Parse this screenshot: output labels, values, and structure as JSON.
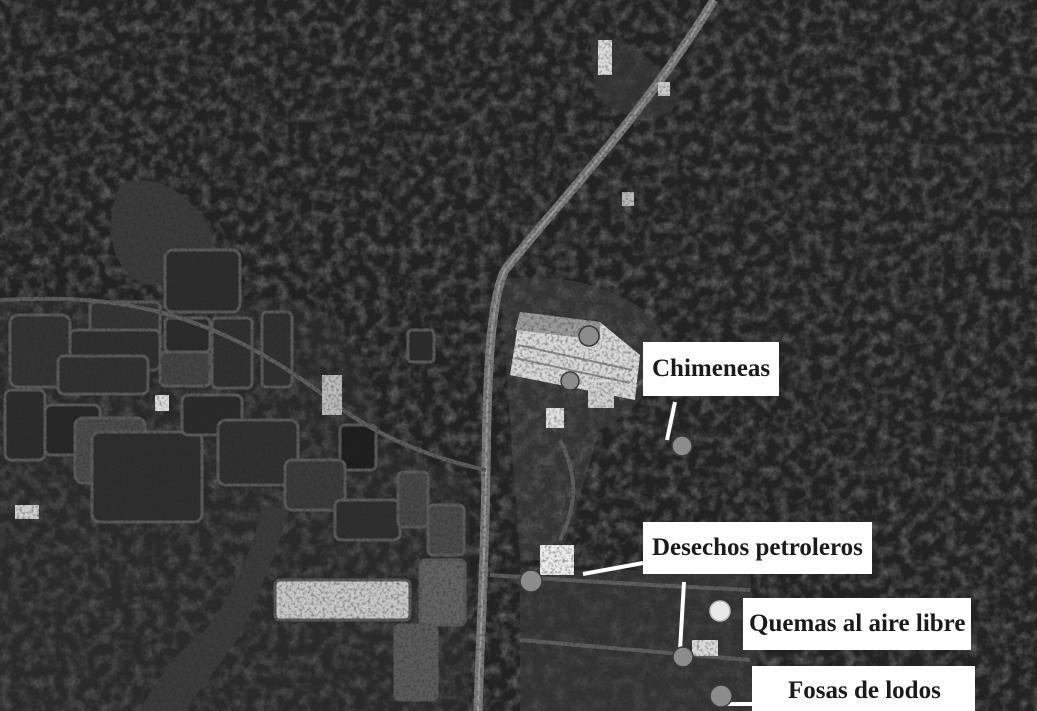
{
  "labels": {
    "chimeneas": "Chimeneas",
    "desechos": "Desechos petroleros",
    "quemas": "Quemas al aire libre",
    "fosas": "Fosas de lodos"
  },
  "colors": {
    "label_background": "#ffffff",
    "label_text": "#1b1b1b",
    "marker_fill": "#8c8c8c",
    "marker_highlight": "#e8e8e8",
    "leader_line": "#ffffff"
  }
}
